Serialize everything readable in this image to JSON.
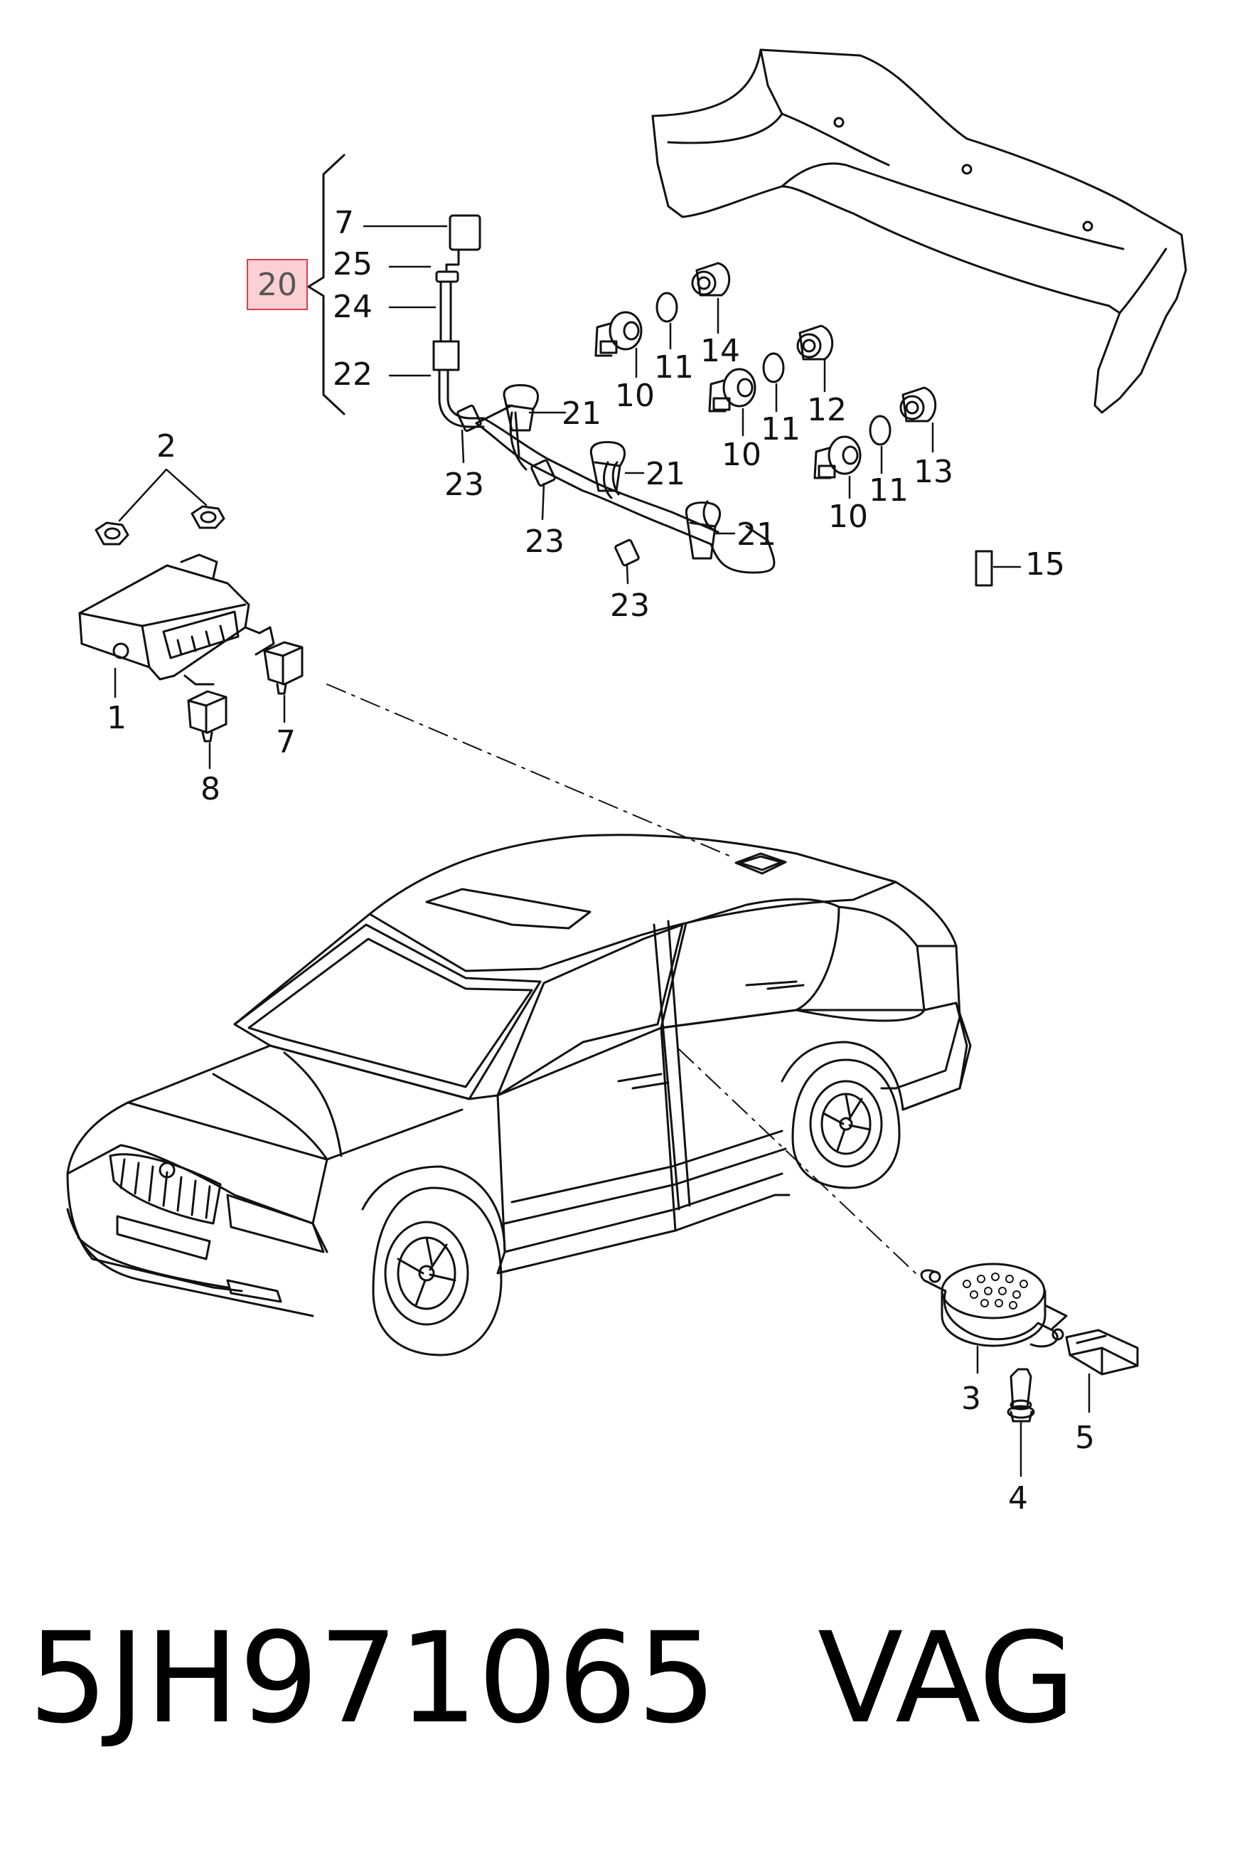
{
  "callouts": {
    "c1": "1",
    "c2": "2",
    "c3": "3",
    "c4": "4",
    "c5": "5",
    "c7a": "7",
    "c7b": "7",
    "c8": "8",
    "c10a": "10",
    "c10b": "10",
    "c10c": "10",
    "c11a": "11",
    "c11b": "11",
    "c11c": "11",
    "c12": "12",
    "c13": "13",
    "c14": "14",
    "c15": "15",
    "c20": "20",
    "c21a": "21",
    "c21b": "21",
    "c21c": "21",
    "c22": "22",
    "c23a": "23",
    "c23b": "23",
    "c23c": "23",
    "c24": "24",
    "c25": "25"
  },
  "footer": {
    "part_number": "5JH971065",
    "brand": "VAG"
  },
  "colors": {
    "line": "#111111",
    "highlight_fill": "#fbd0d4",
    "highlight_border": "#d9404b"
  }
}
